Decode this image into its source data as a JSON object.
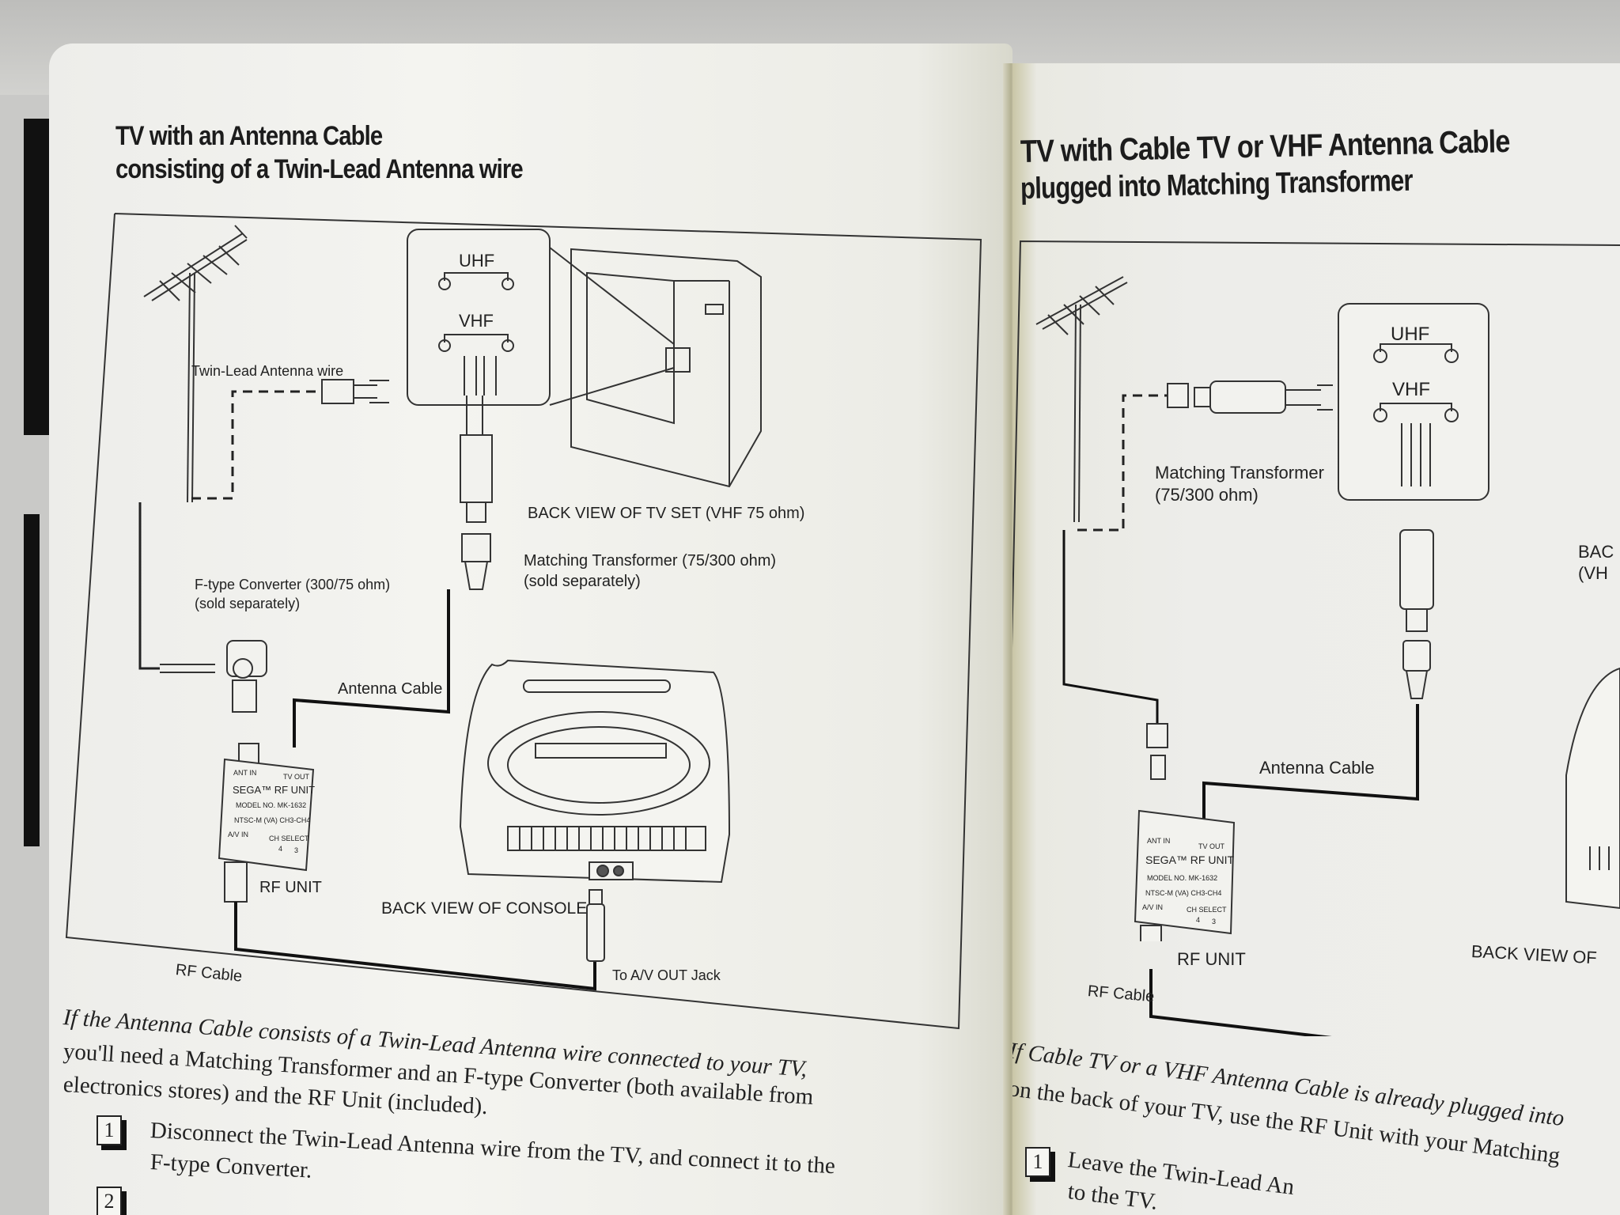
{
  "left_page": {
    "title_line1": "TV with an Antenna Cable",
    "title_line2": "consisting of a Twin-Lead Antenna wire",
    "diagram": {
      "twin_lead_label": "Twin-Lead Antenna wire",
      "uhf_label": "UHF",
      "vhf_label": "VHF",
      "tv_back_label": "BACK VIEW OF TV SET (VHF 75 ohm)",
      "matching_transformer_label": "Matching Transformer (75/300 ohm)",
      "matching_transformer_note": "(sold separately)",
      "ftype_converter_label": "F-type Converter (300/75 ohm)",
      "ftype_converter_note": "(sold separately)",
      "antenna_cable_label": "Antenna Cable",
      "rf_unit": {
        "ant_in": "ANT IN",
        "tv_out": "TV OUT",
        "brand": "SEGA™ RF UNIT",
        "model": "MODEL NO. MK-1632",
        "ntsc": "NTSC-M (VA) CH3-CH4",
        "av_in": "A/V IN",
        "ch_select": "CH SELECT",
        "ch4": "4",
        "ch3": "3"
      },
      "rf_unit_label": "RF UNIT",
      "rf_cable_label": "RF Cable",
      "console_back_label": "BACK VIEW OF CONSOLE",
      "av_out_label": "To A/V OUT Jack"
    },
    "intro_lines": [
      "If the Antenna Cable consists of a Twin-Lead Antenna wire connected to your TV,",
      "you'll need a Matching Transformer and an F-type Converter (both available from",
      "electronics stores) and the RF Unit (included)."
    ],
    "steps": [
      {
        "number": "1",
        "lines": [
          "Disconnect the Twin-Lead Antenna wire from the TV, and connect it to the",
          "F-type Converter."
        ]
      },
      {
        "number": "2",
        "lines": [
          ""
        ]
      }
    ]
  },
  "right_page": {
    "title_line1": "TV with Cable TV or VHF Antenna Cable",
    "title_line2": "plugged into Matching Transformer",
    "diagram": {
      "uhf_label": "UHF",
      "vhf_label": "VHF",
      "matching_transformer_label": "Matching Transformer",
      "matching_transformer_ohm": "(75/300 ohm)",
      "tv_back_label_partial": "BAC",
      "tv_back_label_partial2": "(VH",
      "antenna_cable_label": "Antenna Cable",
      "rf_unit": {
        "ant_in": "ANT IN",
        "tv_out": "TV OUT",
        "brand": "SEGA™ RF UNIT",
        "model": "MODEL NO. MK-1632",
        "ntsc": "NTSC-M (VA) CH3-CH4",
        "av_in": "A/V IN",
        "ch_select": "CH SELECT",
        "ch4": "4",
        "ch3": "3"
      },
      "rf_unit_label": "RF UNIT",
      "rf_cable_label": "RF Cable",
      "console_back_label_partial": "BACK VIEW OF"
    },
    "intro_lines": [
      "If Cable TV or a VHF Antenna Cable is already plugged into",
      "on the back of your TV, use the RF Unit with your Matching"
    ],
    "steps": [
      {
        "number": "1",
        "lines": [
          "Leave the Twin-Lead An",
          "to the TV."
        ]
      }
    ]
  }
}
